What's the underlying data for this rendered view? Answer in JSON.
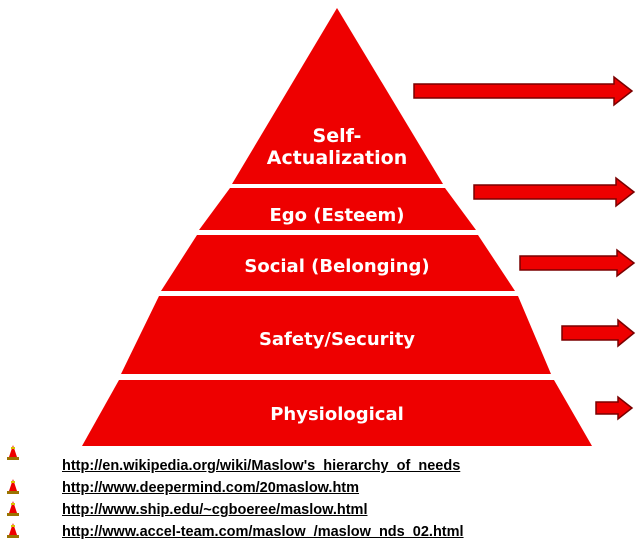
{
  "colors": {
    "pyramid": "#ee0000",
    "arrow": "#ee0000",
    "arrow_outline": "#7a0000",
    "background": "#ffffff"
  },
  "pyramid": {
    "levels": [
      {
        "id": "self-actualization",
        "label_lines": [
          "Self-",
          "Actualization"
        ]
      },
      {
        "id": "ego",
        "label_lines": [
          "Ego (Esteem)"
        ]
      },
      {
        "id": "social",
        "label_lines": [
          "Social (Belonging)"
        ]
      },
      {
        "id": "safety",
        "label_lines": [
          "Safety/Security"
        ]
      },
      {
        "id": "physiological",
        "label_lines": [
          "Physiological"
        ]
      }
    ]
  },
  "links": [
    {
      "text": "http://en.wikipedia.org/wiki/Maslow's_hierarchy_of_needs",
      "icon": "bullet-icon"
    },
    {
      "text": "http://www.deepermind.com/20maslow.htm",
      "icon": "bullet-icon"
    },
    {
      "text": "http://www.ship.edu/~cgboeree/maslow.html",
      "icon": "bullet-icon"
    },
    {
      "text": "http://www.accel-team.com/maslow_/maslow_nds_02.html",
      "icon": "bullet-icon"
    }
  ]
}
